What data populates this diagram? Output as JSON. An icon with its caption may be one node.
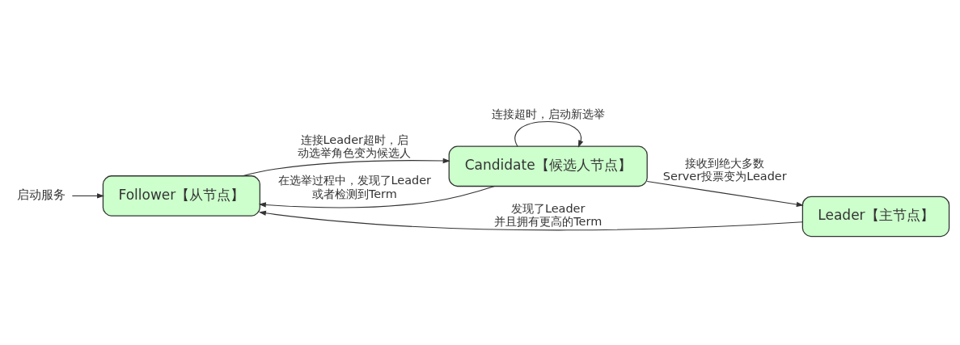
{
  "diagram": {
    "nodes": [
      {
        "text": [
          "启动服务"
        ]
      },
      {
        "text": [
          "Follower【从节点】"
        ]
      },
      {
        "text": [
          "Candidate【候选人节点】"
        ]
      },
      {
        "text": [
          "Leader【主节点】"
        ]
      }
    ],
    "edges": [
      {
        "from": 0,
        "to": 1,
        "arrow": "to"
      },
      {
        "from": 1,
        "to": 2,
        "arrow": "to",
        "label": "连接Leader超时，启动选举角色变为候选人"
      },
      {
        "from": 2,
        "to": 2,
        "arrow": "to",
        "label": "连接超时，启动新选举"
      },
      {
        "from": 2,
        "to": 3,
        "arrow": "to",
        "label": "接收到绝大多数Server投票变为Leader"
      },
      {
        "from": 2,
        "to": 1,
        "arrow": "to",
        "label": "在选举过程中，发现了Leader 或者检测到Term"
      },
      {
        "from": 3,
        "to": 1,
        "arrow": "to",
        "label": "发现了Leader 并且拥有更高的Term"
      }
    ]
  }
}
